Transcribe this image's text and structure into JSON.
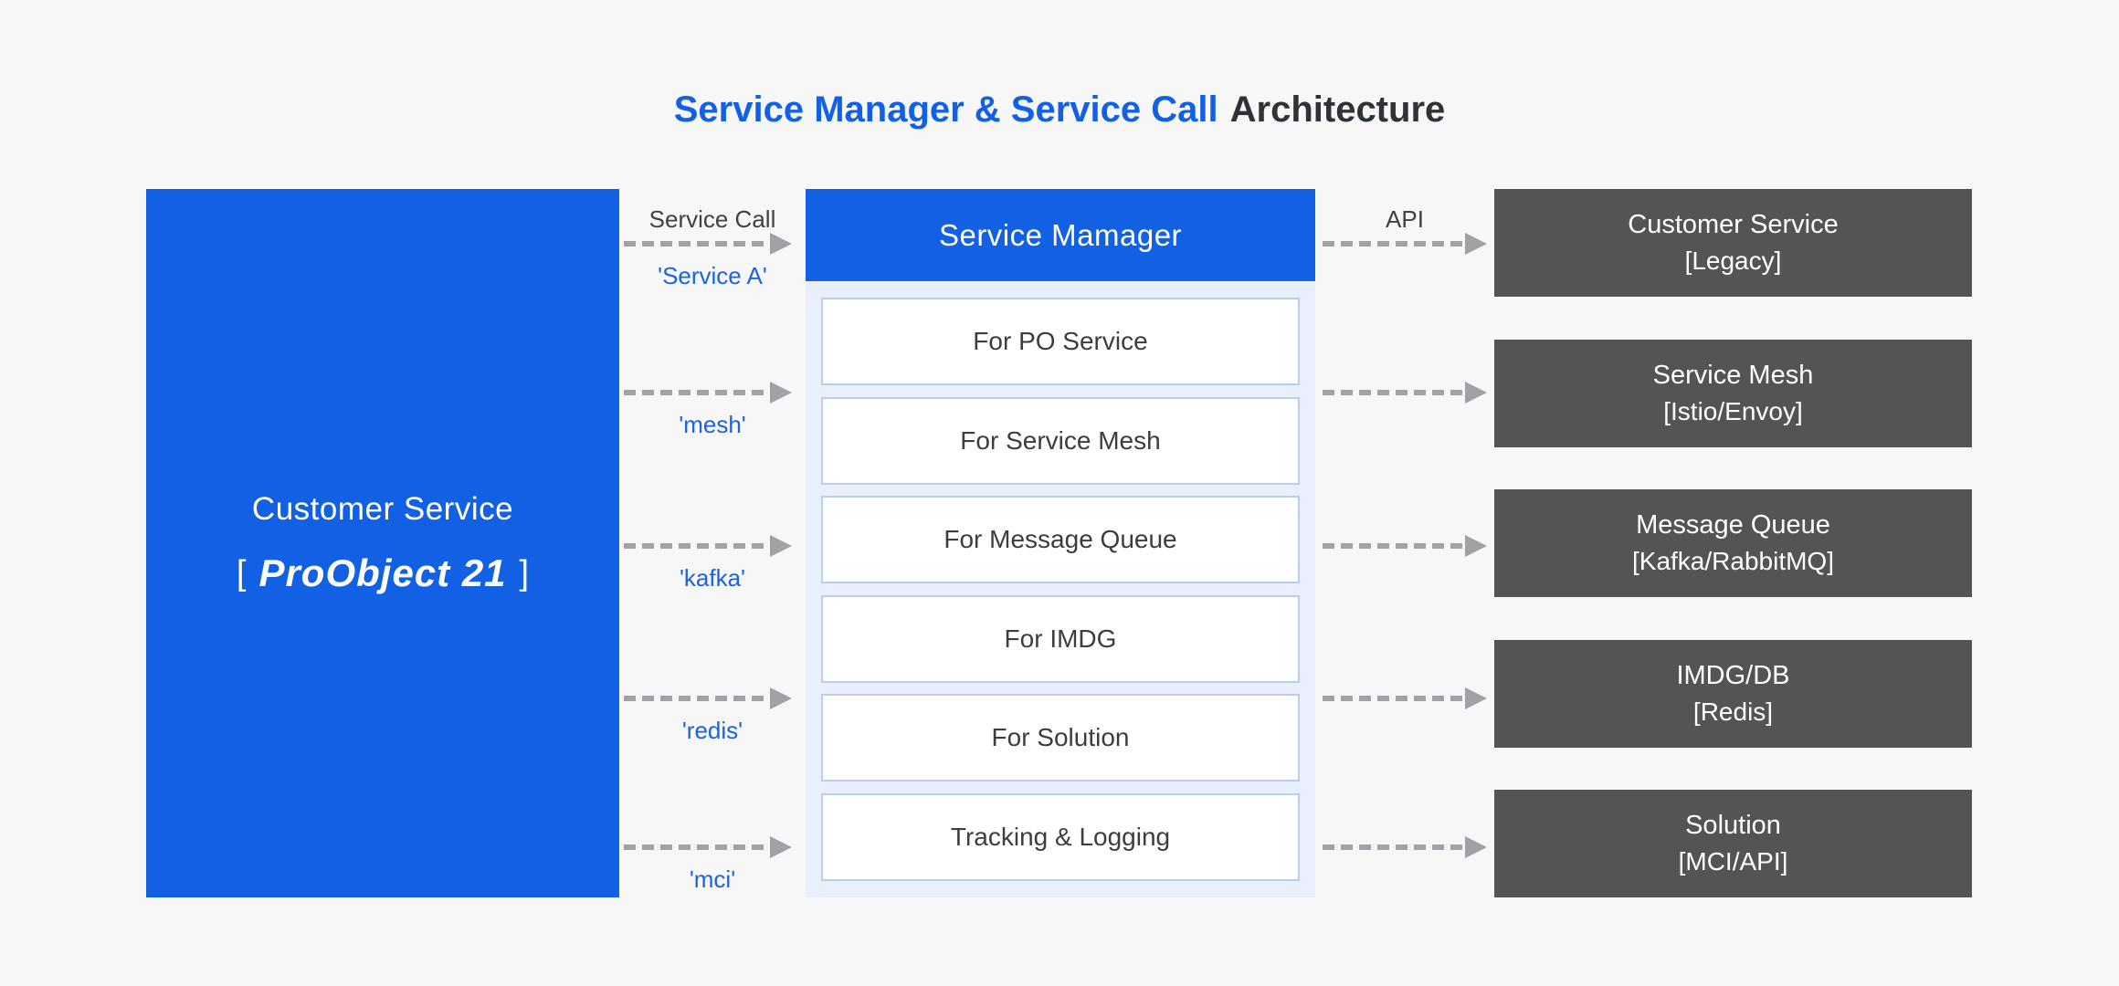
{
  "title": {
    "highlight": "Service Manager & Service Call",
    "rest": "Architecture"
  },
  "colors": {
    "accent_blue": "#1261e4",
    "panel_bg": "#e9effc",
    "module_border": "#b9cdf0",
    "dark_box": "#545454",
    "arrow_gray": "#a0a2a6",
    "label_blue": "#1a62e6",
    "label_dark": "#3e4146",
    "page_bg": "#f7f7f8"
  },
  "left_box": {
    "title": "Customer Service",
    "bracket_open": "[",
    "product": "ProObject 21",
    "bracket_close": "]"
  },
  "left_arrows": [
    {
      "top_label": "Service Call",
      "bottom_label": "'Service A'"
    },
    {
      "bottom_label": "'mesh'"
    },
    {
      "bottom_label": "'kafka'"
    },
    {
      "bottom_label": "'redis'"
    },
    {
      "bottom_label": "'mci'"
    }
  ],
  "manager": {
    "header": "Service Mamager",
    "modules": [
      "For PO Service",
      "For Service Mesh",
      "For Message Queue",
      "For IMDG",
      "For Solution",
      "Tracking & Logging"
    ]
  },
  "right_arrows": [
    {
      "top_label": "API"
    },
    {},
    {},
    {},
    {}
  ],
  "right_boxes": [
    {
      "title": "Customer Service",
      "subtitle": "[Legacy]"
    },
    {
      "title": "Service Mesh",
      "subtitle": "[Istio/Envoy]"
    },
    {
      "title": "Message Queue",
      "subtitle": "[Kafka/RabbitMQ]"
    },
    {
      "title": "IMDG/DB",
      "subtitle": "[Redis]"
    },
    {
      "title": "Solution",
      "subtitle": "[MCI/API]"
    }
  ]
}
